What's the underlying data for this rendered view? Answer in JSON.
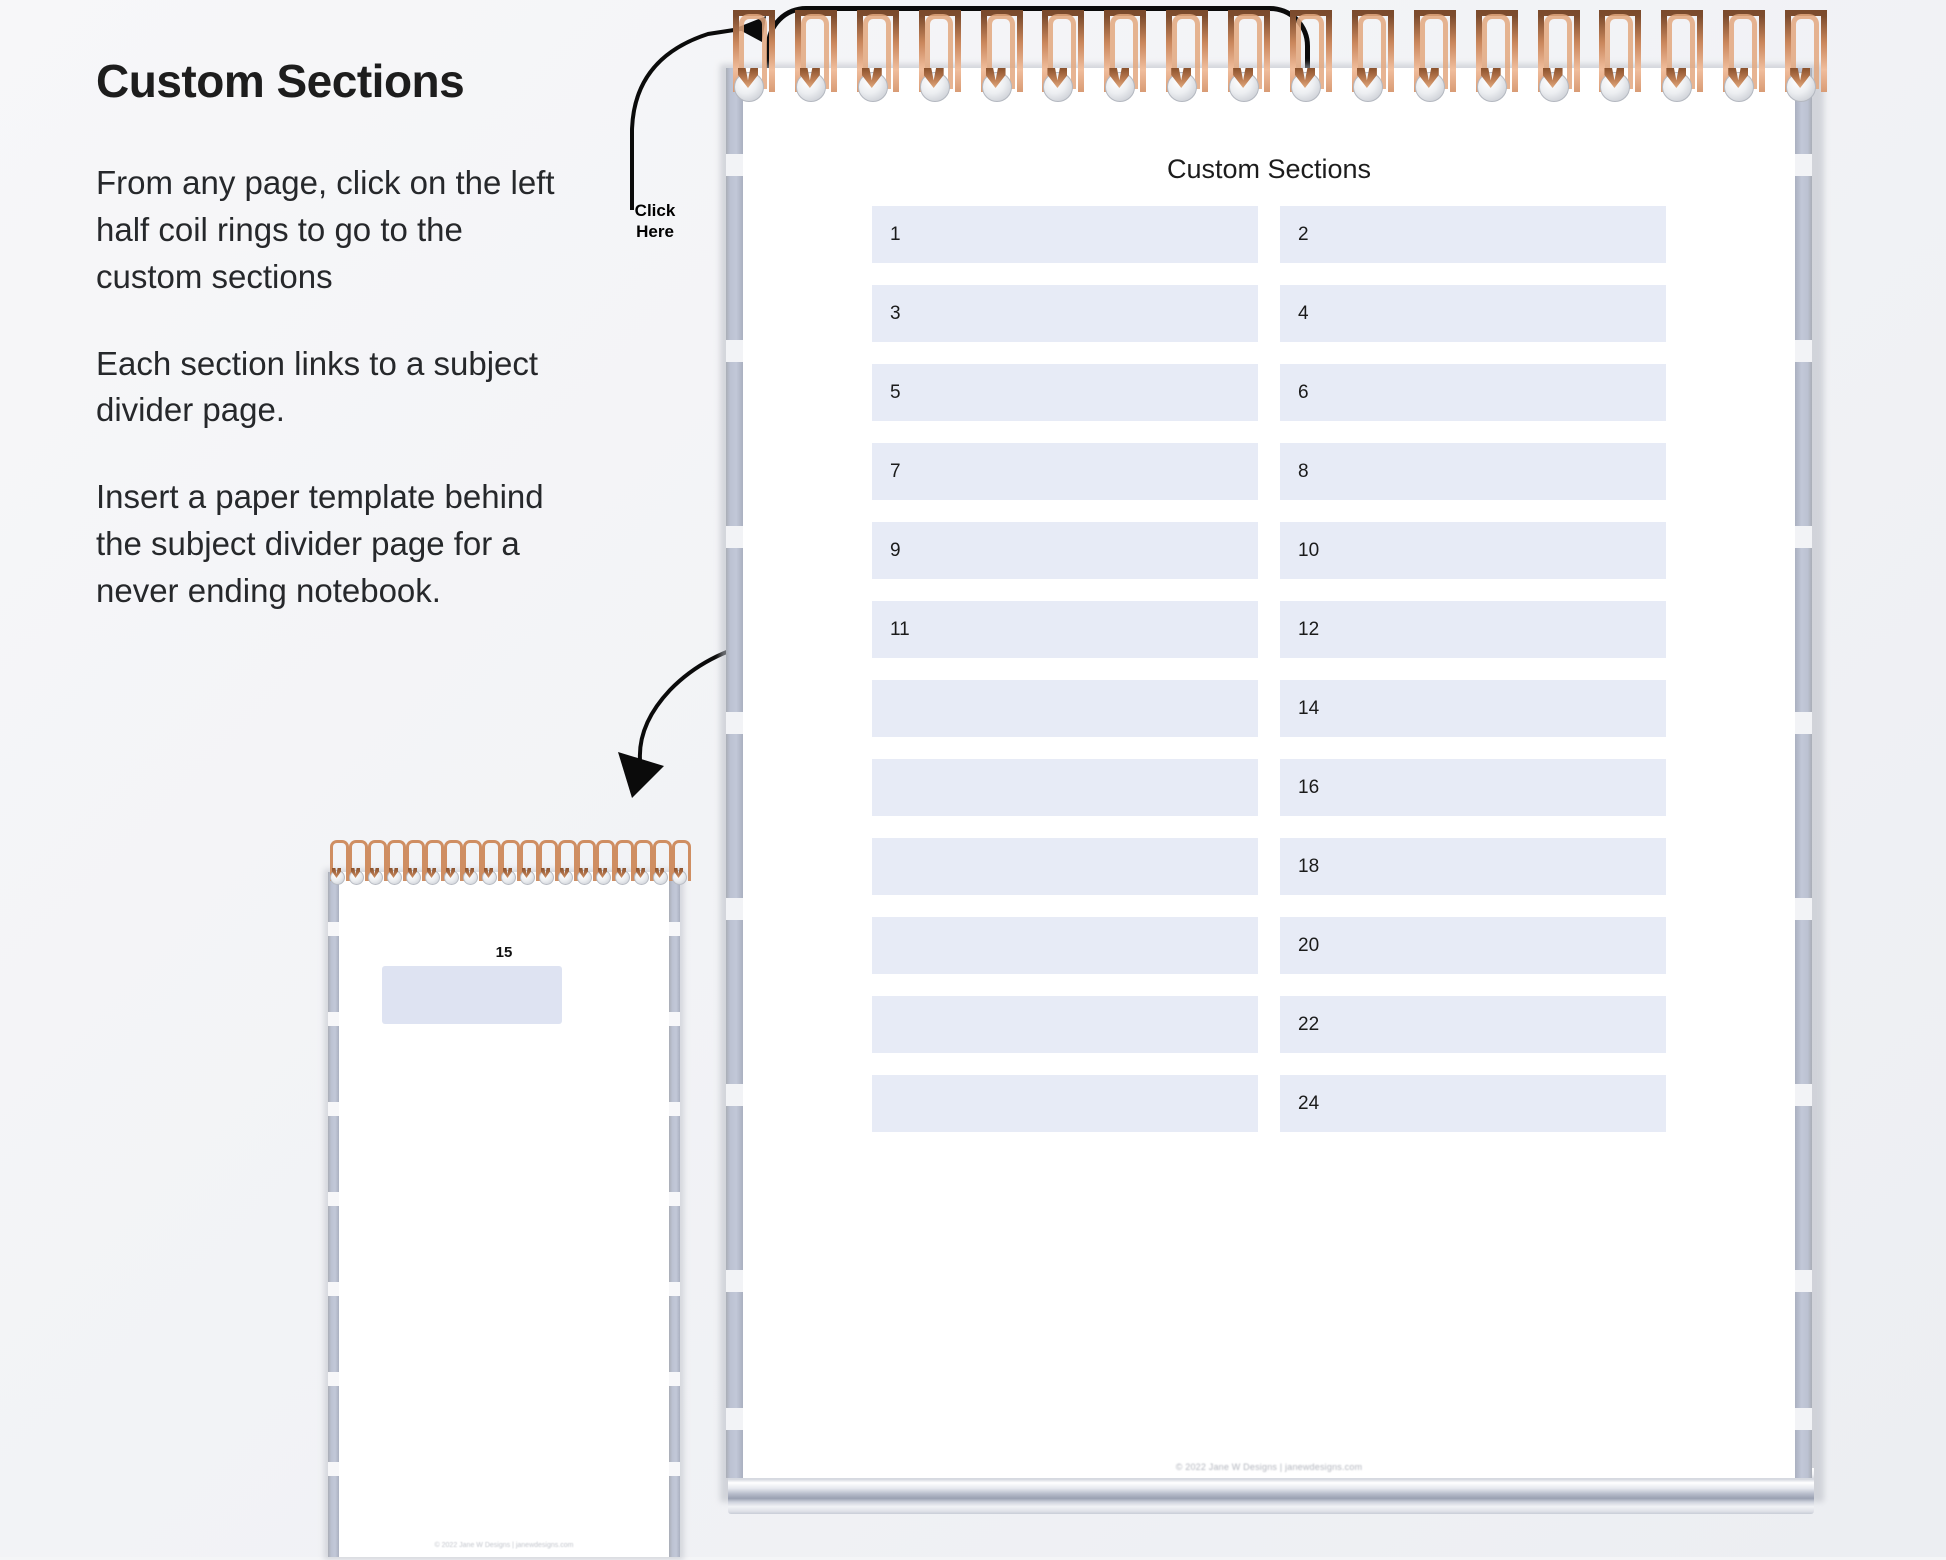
{
  "instructions": {
    "headline": "Custom Sections",
    "paragraphs": [
      "From any page, click on the left half coil rings to go to the custom sections",
      "Each section links to a subject divider page.",
      "Insert a paper template behind the subject divider page for a never ending notebook."
    ]
  },
  "callout": {
    "line1": "Click",
    "line2": "Here"
  },
  "notebook": {
    "title": "Custom Sections",
    "footer": "© 2022 Jane W Designs | janewdesigns.com",
    "coil_ring_count": 18,
    "sections_left": [
      "1",
      "3",
      "5",
      "7",
      "9",
      "11",
      "",
      "",
      "",
      "",
      "",
      ""
    ],
    "sections_right": [
      "2",
      "4",
      "6",
      "8",
      "10",
      "12",
      "14",
      "16",
      "18",
      "20",
      "22",
      "24"
    ]
  },
  "divider_page": {
    "title": "15",
    "footer": "© 2022 Jane W Designs | janewdesigns.com",
    "coil_ring_count": 19
  },
  "colors": {
    "slot_fill": "#e7ebf6",
    "coil_copper": "#cf8e62",
    "tab_strip": "#bcc2d2",
    "page": "#ffffff",
    "canvas": "#f2f3f6"
  }
}
